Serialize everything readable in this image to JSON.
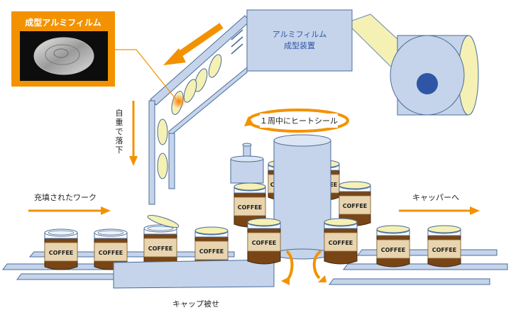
{
  "inset": {
    "title": "成型アルミフィルム"
  },
  "machine": {
    "line1": "アルミフィルム",
    "line2": "成型装置"
  },
  "labels": {
    "gravity_drop": [
      "自",
      "重",
      "で",
      "落",
      "下"
    ],
    "heat_seal": "１周中にヒートシール",
    "filled_work": "充填されたワーク",
    "to_capper": "キャッパーへ",
    "cap_cover": "キャップ被せ"
  },
  "jar_text": "COFFEE",
  "colors": {
    "orange": "#f39200",
    "blue_fill": "#c5d4ea",
    "blue_stroke": "#4a6c9a",
    "cap_fill": "#f5f0b4",
    "coffee": "#7a4516",
    "label_fill": "#e8d5b0",
    "navy": "#2f56a6"
  }
}
